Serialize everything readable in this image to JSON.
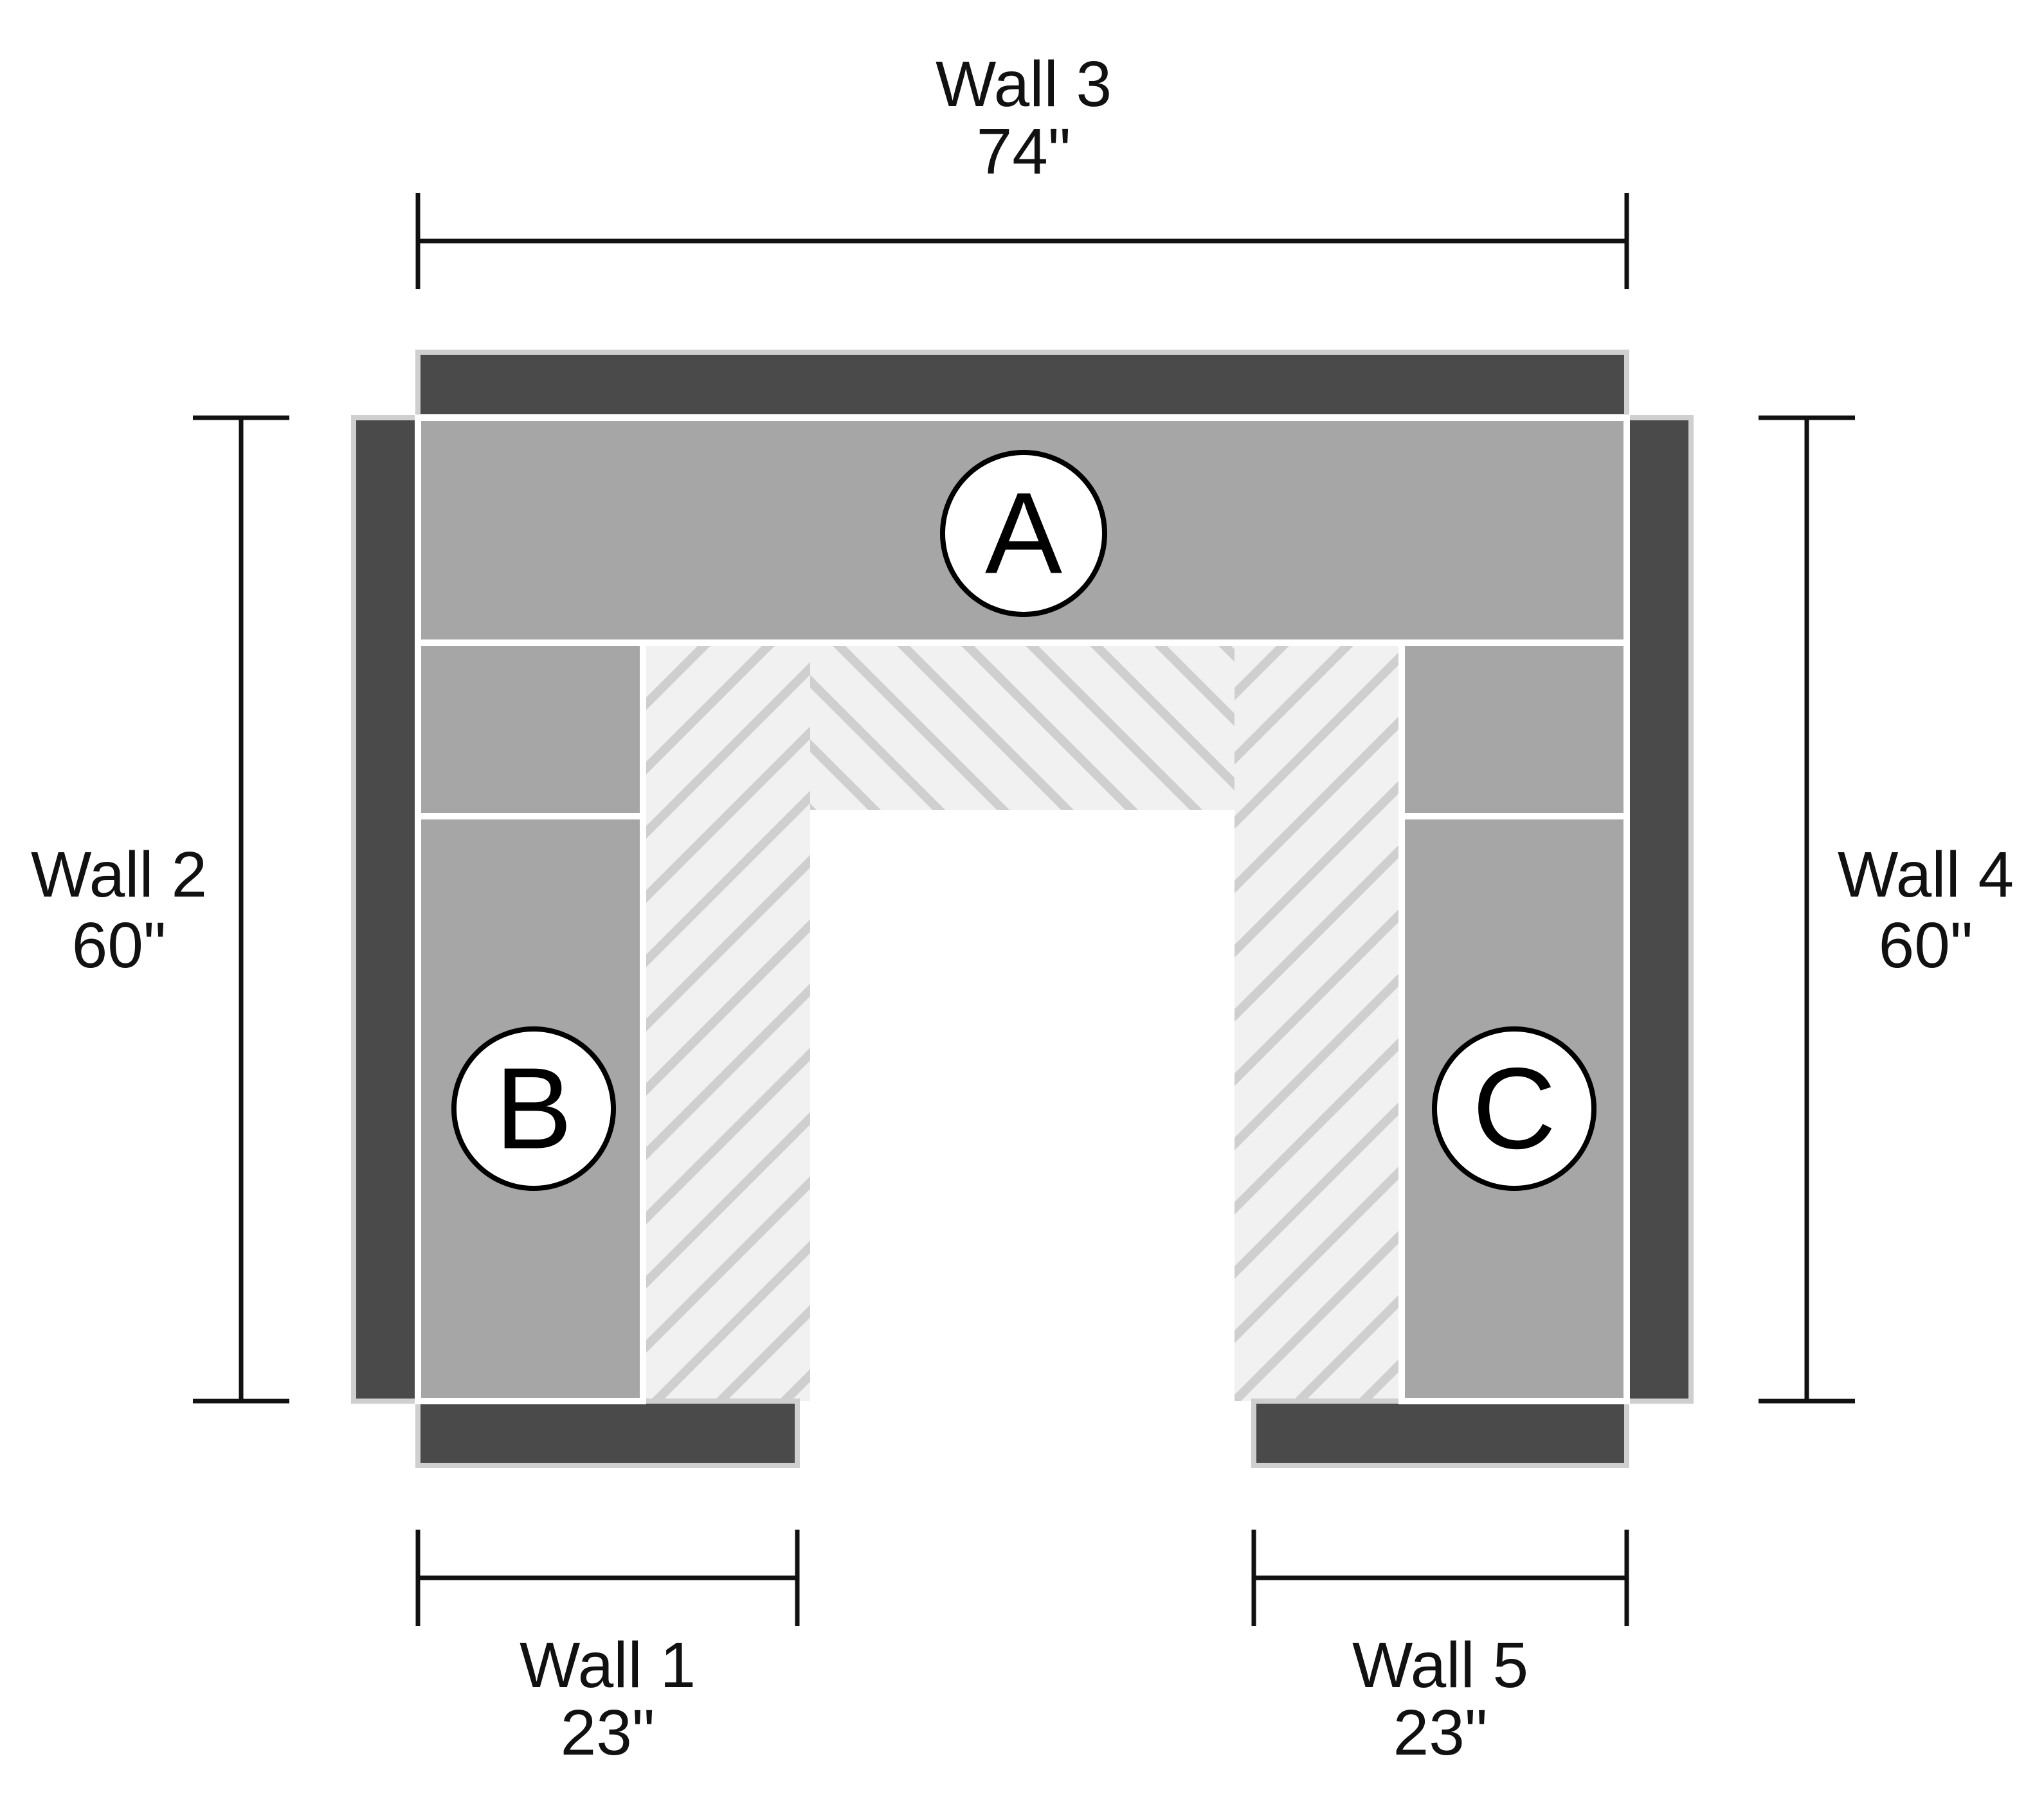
{
  "walls": [
    {
      "id": "wall-3",
      "name": "Wall 3",
      "length": "74\""
    },
    {
      "id": "wall-2",
      "name": "Wall 2",
      "length": "60\""
    },
    {
      "id": "wall-4",
      "name": "Wall 4",
      "length": "60\""
    },
    {
      "id": "wall-1",
      "name": "Wall 1",
      "length": "23\""
    },
    {
      "id": "wall-5",
      "name": "Wall 5",
      "length": "23\""
    }
  ],
  "sections": [
    {
      "id": "A",
      "label": "A"
    },
    {
      "id": "B",
      "label": "B"
    },
    {
      "id": "C",
      "label": "C"
    }
  ],
  "colors": {
    "wall": "#4a4a4a",
    "seat": "#a6a6a6",
    "hatch_background": "#f1f1f1",
    "hatch_line": "#cfcfcf",
    "line": "#111111"
  }
}
